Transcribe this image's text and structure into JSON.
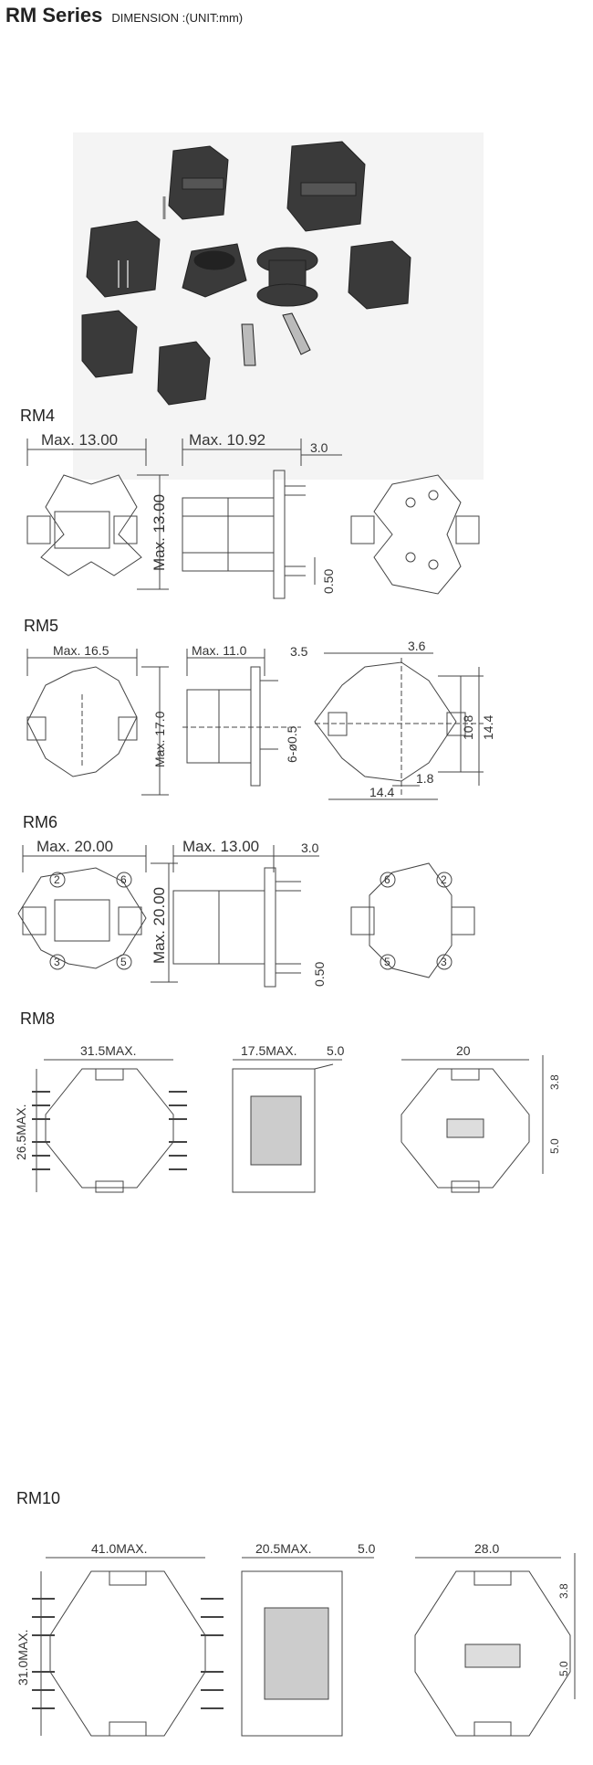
{
  "header": {
    "title": "RM Series",
    "subtitle": "DIMENSION :(UNIT:mm)"
  },
  "photo": {
    "subject": "assorted RM transformer cores, bobbins and clips"
  },
  "sections": {
    "rm4": {
      "label": "RM4",
      "width": "Max. 13.00",
      "length": "Max. 10.92",
      "pin": "3.0",
      "height": "Max. 13.00",
      "pin_dia": "0.50"
    },
    "rm5": {
      "label": "RM5",
      "width": "Max. 16.5",
      "length": "Max. 11.0",
      "pin": "3.5",
      "height": "Max. 17.0",
      "pin_dia": "6-ø0.5",
      "top": "3.6",
      "h1": "10.8",
      "h2": "14.4",
      "bot": "1.8",
      "bottom_width": "14.4"
    },
    "rm6": {
      "label": "RM6",
      "width": "Max. 20.00",
      "length": "Max. 13.00",
      "pin": "3.0",
      "height": "Max. 20.00",
      "pin_dia": "0.50",
      "pins_front": [
        "2",
        "6",
        "3",
        "5"
      ],
      "pins_bottom": [
        "6",
        "2",
        "5",
        "3"
      ]
    },
    "rm8": {
      "label": "RM8",
      "width": "31.5MAX.",
      "length": "17.5MAX.",
      "pin": "5.0",
      "height": "26.5MAX.",
      "top": "20",
      "right1": "3.8",
      "right2": "5.0"
    },
    "rm10": {
      "label": "RM10",
      "width": "41.0MAX.",
      "length": "20.5MAX.",
      "pin": "5.0",
      "height": "31.0MAX.",
      "top": "28.0",
      "right1": "3.8",
      "right2": "5.0"
    }
  },
  "colors": {
    "line": "#444444",
    "core": "#3a3a3a",
    "background": "#ffffff"
  }
}
